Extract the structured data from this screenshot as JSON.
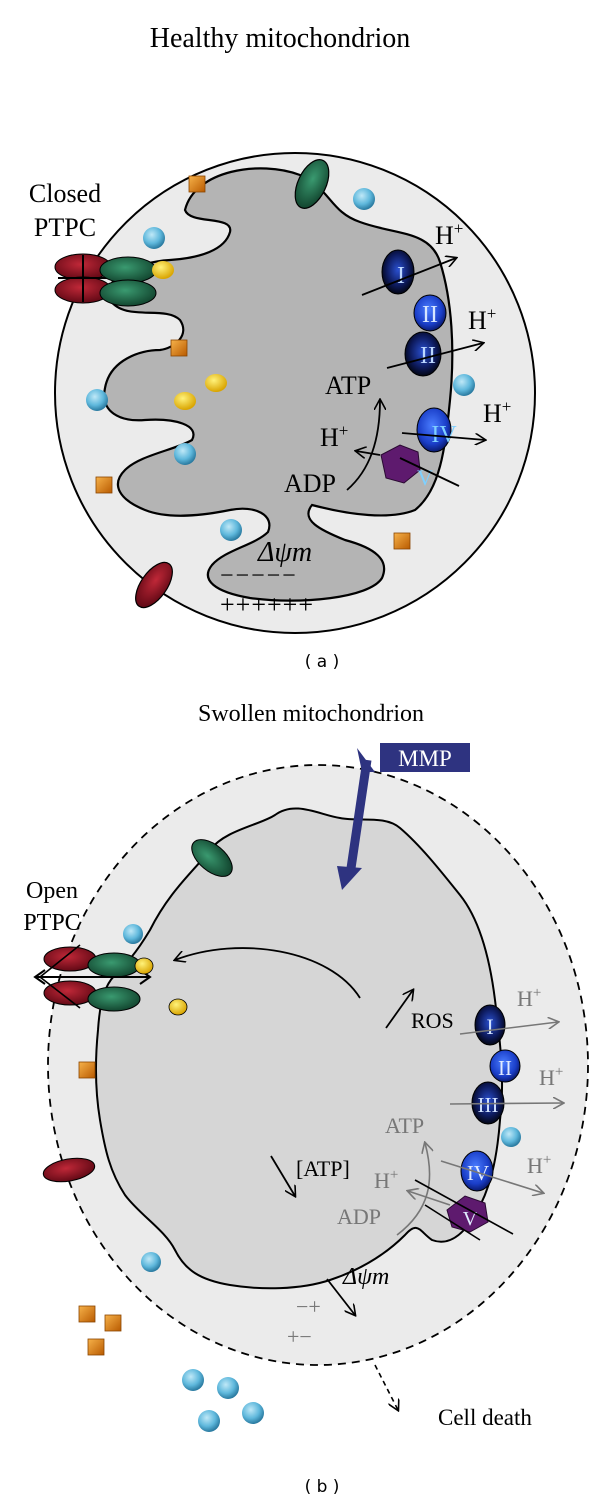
{
  "panel_a": {
    "title": "Healthy mitochondrion",
    "ptpc_line1": "Closed",
    "ptpc_line2": "PTPC",
    "complex_I": "I",
    "complex_II": "II",
    "complex_III": "II",
    "complex_IV": "IV",
    "complex_V": "V",
    "hplus_1": "H",
    "hplus_2": "H",
    "hplus_3": "H",
    "hplus_4": "H",
    "plus_sup": "+",
    "atp": "ATP",
    "adp": "ADP",
    "delta_psi": "Δψm",
    "minus_signs": "−−−−−",
    "plus_signs": "++++++",
    "caption": "( a )"
  },
  "panel_b": {
    "title": "Swollen mitochondrion",
    "mmp": "MMP",
    "ptpc_line1": "Open",
    "ptpc_line2": "PTPC",
    "ros": "ROS",
    "complex_I": "I",
    "complex_II": "II",
    "complex_III": "III",
    "complex_IV": "IV",
    "complex_V": "V",
    "hplus_1": "H",
    "hplus_2": "H",
    "hplus_3": "H",
    "hplus_4": "H",
    "plus_sup": "+",
    "atp": "ATP",
    "adp": "ADP",
    "atp_conc": "[ATP]",
    "delta_psi": "Δψm",
    "minus_plus": "−+",
    "plus_minus": "+−",
    "cell_death": "Cell death",
    "caption": "( b )"
  },
  "colors": {
    "membrane_gray": "#b4b4b4",
    "swollen_gray": "#d6d6d6",
    "complex_blue": "#1a3ec8",
    "complex_dark": "#0d1a5c",
    "atp_synthase": "#5e1a6e",
    "ant_green": "#1f6b4a",
    "vdac_red": "#8c1020",
    "cyt_c": "#5fb8dc",
    "orange_sq": "#d9780a",
    "yellow": "#e6b800",
    "mmp_bar": "#2e3380"
  }
}
